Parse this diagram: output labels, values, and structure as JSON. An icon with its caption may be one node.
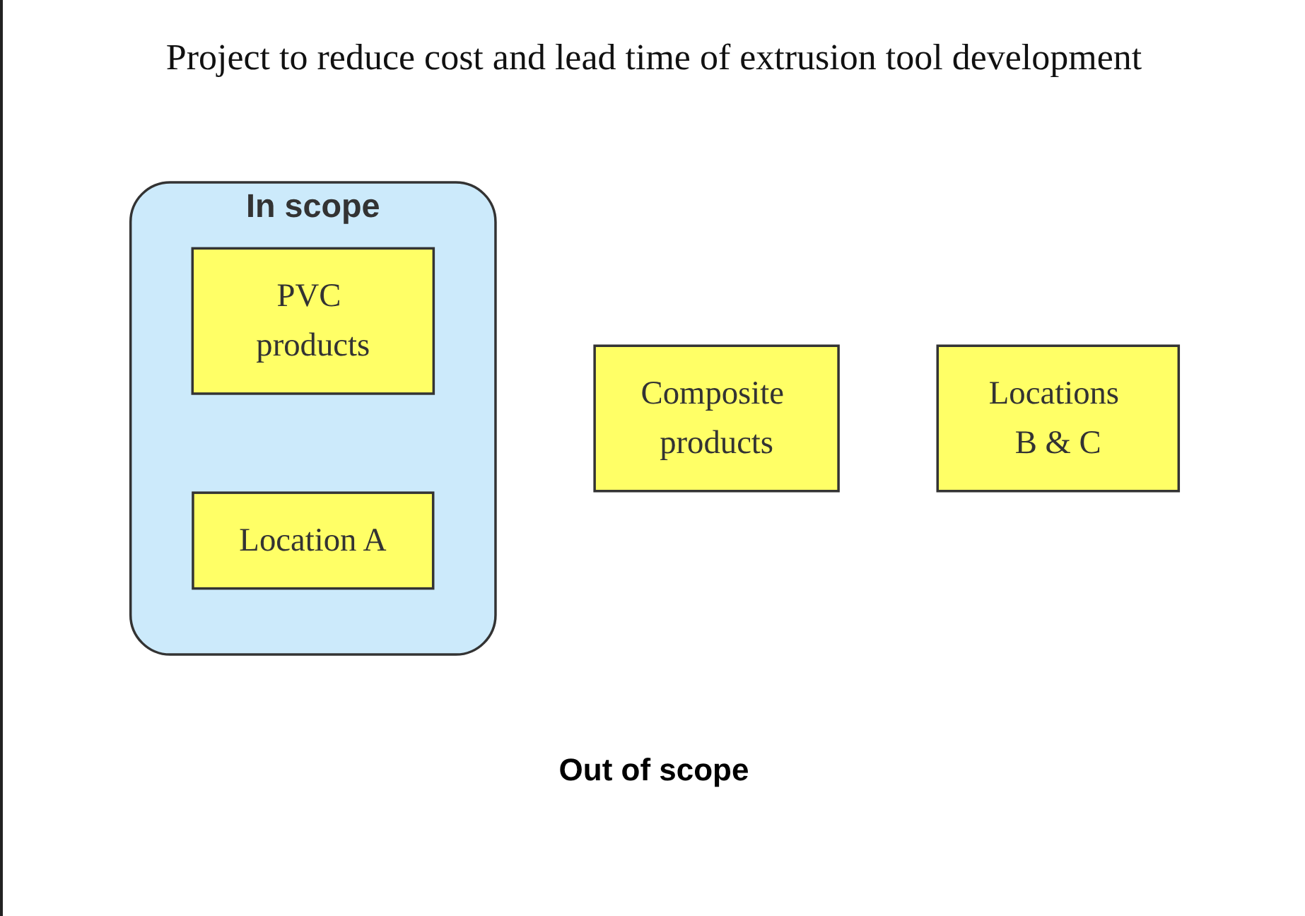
{
  "diagram": {
    "title": "Project to reduce cost and lead time of extrusion tool development",
    "nodes": [
      {
        "text": [
          "In scope"
        ]
      },
      {
        "text": [
          "PVC products"
        ],
        "in": 0
      },
      {
        "text": [
          "Location A"
        ],
        "in": 0
      },
      {
        "text": [
          "Composite products"
        ]
      },
      {
        "text": [
          "Locations B & C"
        ]
      }
    ],
    "labels": [
      "Out of scope"
    ]
  }
}
